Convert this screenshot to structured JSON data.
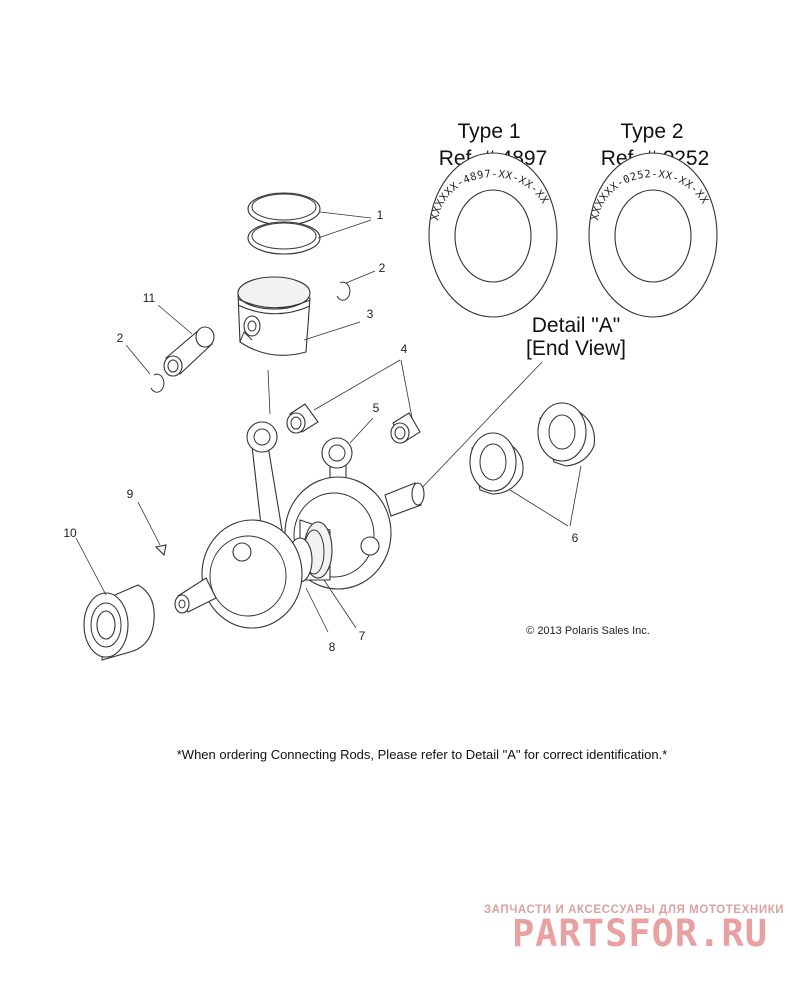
{
  "detail": {
    "type1_title": "Type 1",
    "type1_ref": "Ref. # 4897",
    "type1_marking": "XXXXXX-4897-XX-XX-XX",
    "type2_title": "Type 2",
    "type2_ref": "Ref. # 0252",
    "type2_marking": "XXXXXX-0252-XX-XX-XX",
    "label_line1": "Detail \"A\"",
    "label_line2": "[End View]"
  },
  "callouts": {
    "rings": "1",
    "clip_right": "2",
    "clip_left": "2",
    "piston": "3",
    "needle_bearings": "4",
    "rod": "5",
    "seals": "6",
    "part7": "7",
    "part8": "8",
    "key": "9",
    "main_bearing": "10",
    "pin": "11"
  },
  "copyright": "© 2013 Polaris Sales Inc.",
  "note": "*When ordering Connecting Rods, Please refer to Detail \"A\" for correct identification.*",
  "watermark": {
    "tagline": "ЗАПЧАСТИ И АКСЕССУАРЫ ДЛЯ МОТОТЕХНИКИ",
    "logo": "PARTSFOR.RU"
  }
}
